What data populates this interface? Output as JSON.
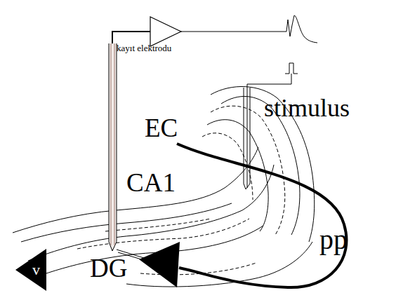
{
  "diagram": {
    "nodes": [
      {
        "text": [
          "v"
        ]
      }
    ],
    "labels": [
      "kayıt elektrodu",
      "stimulus",
      "EC",
      "CA1",
      "DG",
      "pp"
    ]
  }
}
